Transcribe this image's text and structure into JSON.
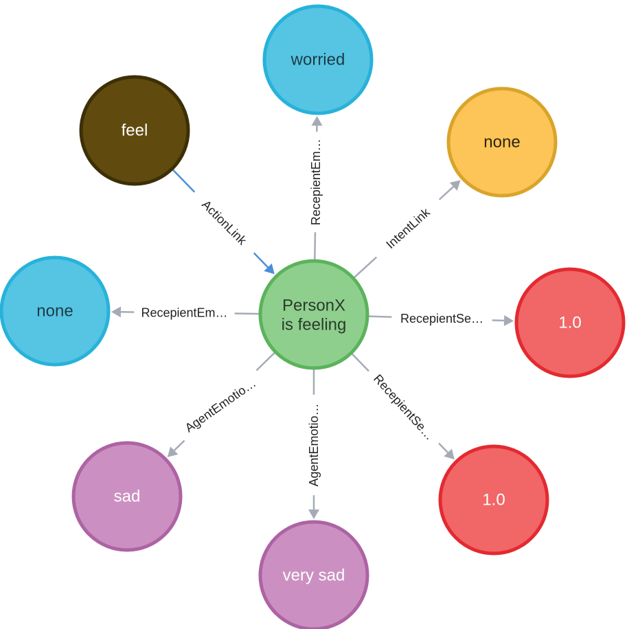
{
  "center": {
    "lines": [
      "PersonX",
      "is feeling"
    ],
    "fill": "#8fcf8e",
    "stroke": "#5bb35b",
    "text_color": "#2a3a2a"
  },
  "nodes": [
    {
      "id": "worried",
      "label": "worried",
      "fill": "#55c5e3",
      "stroke": "#28b2da",
      "text_color": "#1f3a45"
    },
    {
      "id": "none-intent",
      "label": "none",
      "fill": "#fdc457",
      "stroke": "#d9a42a",
      "text_color": "#2d2410"
    },
    {
      "id": "value-1",
      "label": "1.0",
      "fill": "#f16667",
      "stroke": "#e32a30",
      "text_color": "#ffffff"
    },
    {
      "id": "value-2",
      "label": "1.0",
      "fill": "#f16667",
      "stroke": "#e32a30",
      "text_color": "#ffffff"
    },
    {
      "id": "very-sad",
      "label": "very sad",
      "fill": "#cb90c1",
      "stroke": "#ad63a4",
      "text_color": "#ffffff"
    },
    {
      "id": "sad",
      "label": "sad",
      "fill": "#cb90c1",
      "stroke": "#ad63a4",
      "text_color": "#ffffff"
    },
    {
      "id": "none-recipient",
      "label": "none",
      "fill": "#55c5e3",
      "stroke": "#28b2da",
      "text_color": "#1f3a45"
    },
    {
      "id": "feel",
      "label": "feel",
      "fill": "#604a0e",
      "stroke": "#3d2f06",
      "text_color": "#ffffff"
    }
  ],
  "edges": [
    {
      "id": "action",
      "from": "feel",
      "to": "center",
      "label": "ActionLink",
      "color": "#4c8fd6"
    },
    {
      "id": "recip-em-top",
      "from": "center",
      "to": "worried",
      "label": "RecepientEm…",
      "color": "#a5abb6"
    },
    {
      "id": "intent",
      "from": "center",
      "to": "none-intent",
      "label": "IntentLink",
      "color": "#a5abb6"
    },
    {
      "id": "recip-se-right",
      "from": "center",
      "to": "value-1",
      "label": "RecepientSe…",
      "color": "#a5abb6"
    },
    {
      "id": "recip-se-lower",
      "from": "center",
      "to": "value-2",
      "label": "RecepientSe…",
      "color": "#a5abb6"
    },
    {
      "id": "agent-em-bottom",
      "from": "center",
      "to": "very-sad",
      "label": "AgentEmotio…",
      "color": "#a5abb6"
    },
    {
      "id": "agent-em-left",
      "from": "center",
      "to": "sad",
      "label": "AgentEmotio…",
      "color": "#a5abb6"
    },
    {
      "id": "recip-em-left",
      "from": "center",
      "to": "none-recipient",
      "label": "RecepientEm…",
      "color": "#a5abb6"
    }
  ]
}
